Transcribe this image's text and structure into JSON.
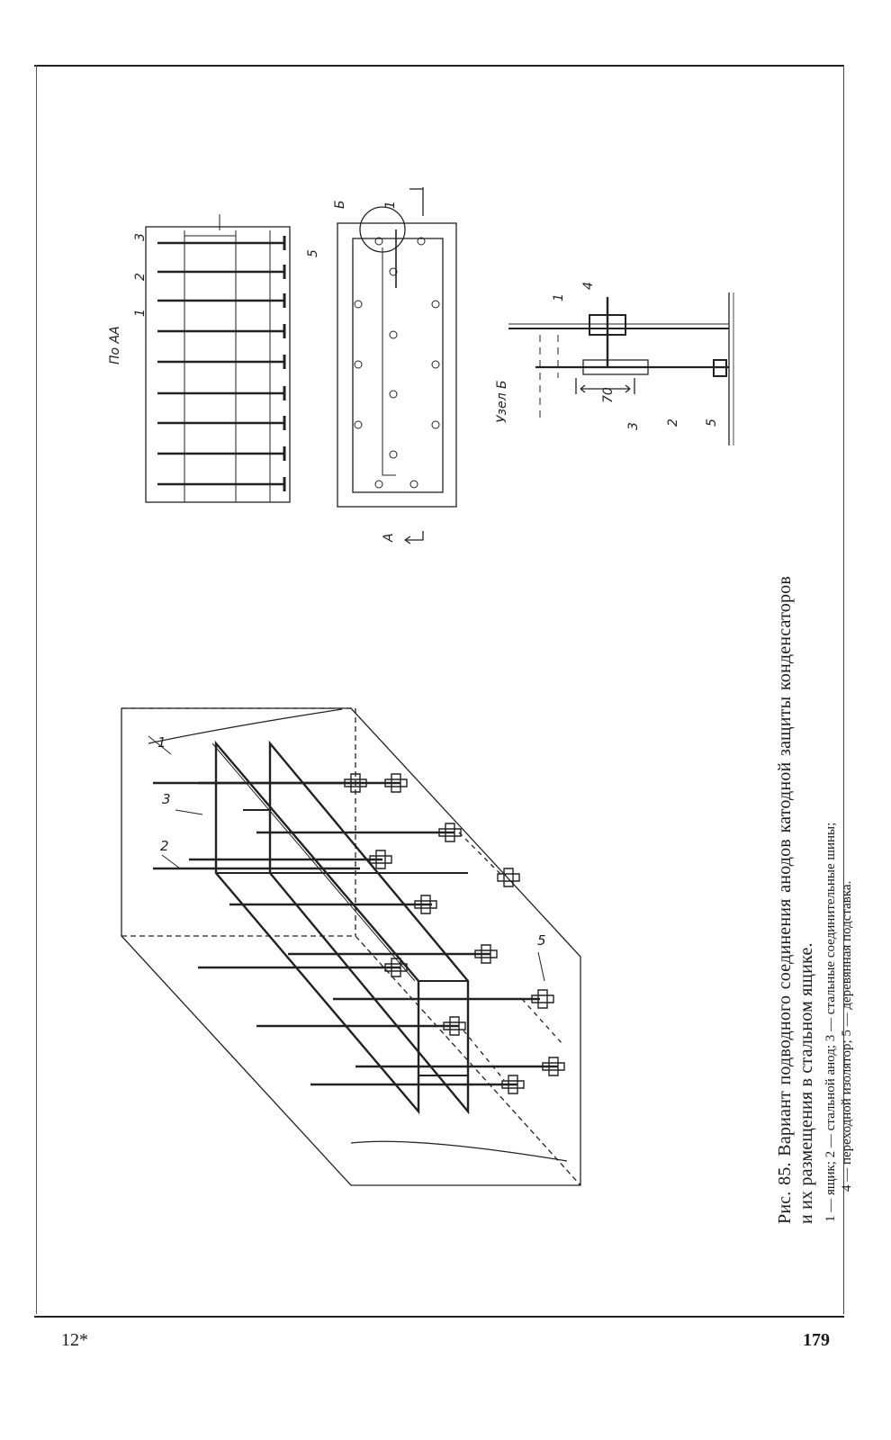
{
  "figure": {
    "caption_title": "Рис. 85. Вариант подводного соединения анодов катодной защиты конденсаторов и их размещения в стальном ящике.",
    "legend_line1": "1 — ящик; 2 — стальной анод; 3 — стальные соединительные шины;",
    "legend_line2": "4 — переходной изолятор; 5 — деревянная подставка.",
    "view_label": "По АА",
    "node_label": "Узел Б",
    "section_label": "А",
    "node_ref": "Б",
    "dimension": "70",
    "callouts": [
      "1",
      "2",
      "3",
      "4",
      "5"
    ]
  },
  "page": {
    "left_number": "12*",
    "right_number": "179"
  }
}
